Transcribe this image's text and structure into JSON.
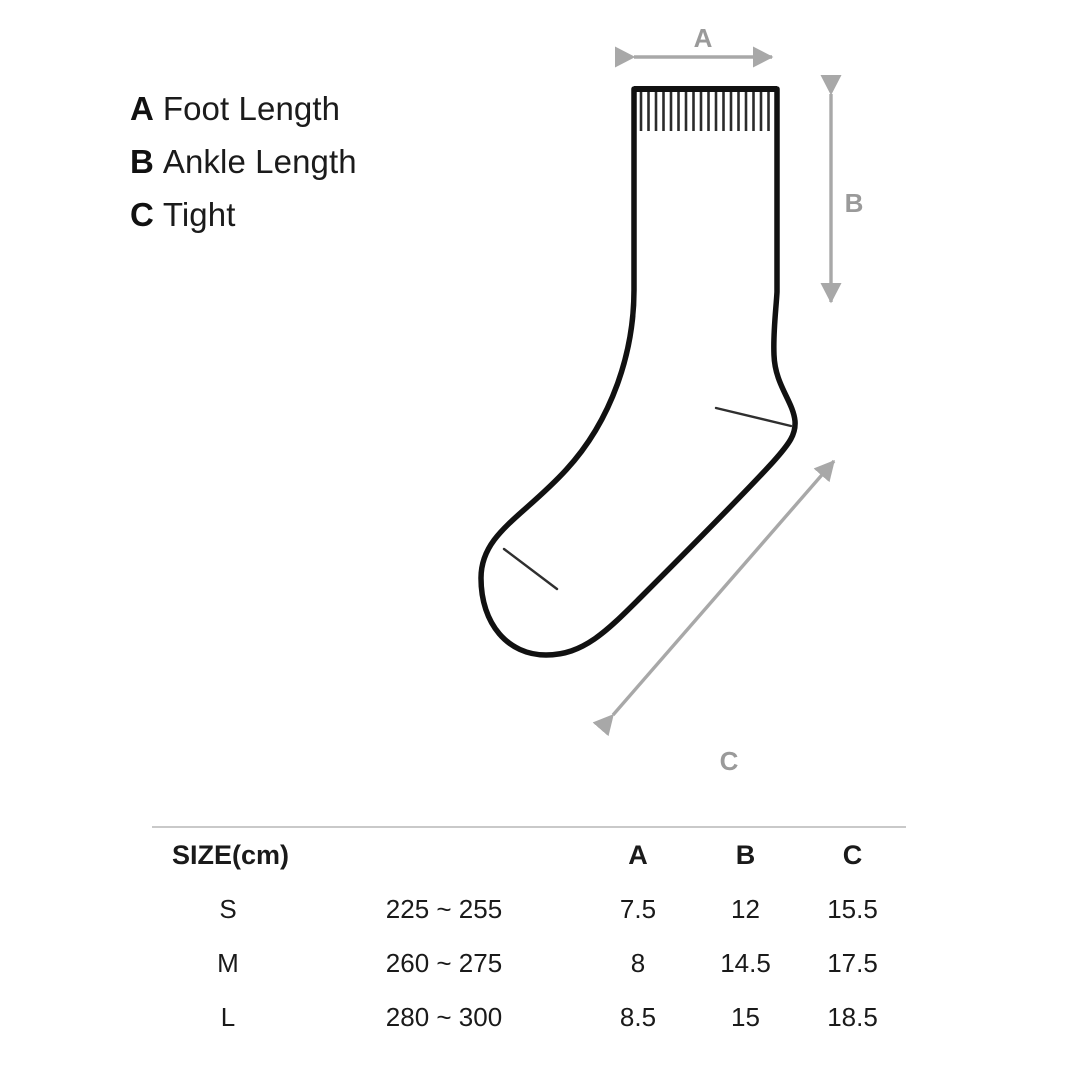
{
  "legend": {
    "items": [
      {
        "key": "A",
        "label": "Foot Length"
      },
      {
        "key": "B",
        "label": "Ankle Length"
      },
      {
        "key": "C",
        "label": "Tight"
      }
    ]
  },
  "diagram": {
    "subject": "crew-sock",
    "dimension_labels": {
      "a": "A",
      "b": "B",
      "c": "C"
    },
    "colors": {
      "outline": "#111111",
      "arrow": "#a8a8a8",
      "label": "#9a9a9a",
      "background": "#ffffff"
    }
  },
  "table": {
    "columns": [
      "SIZE(cm)",
      "",
      "A",
      "B",
      "C"
    ],
    "rows": [
      {
        "size": "S",
        "range": "225 ~ 255",
        "a": "7.5",
        "b": "12",
        "c": "15.5"
      },
      {
        "size": "M",
        "range": "260 ~ 275",
        "a": "8",
        "b": "14.5",
        "c": "17.5"
      },
      {
        "size": "L",
        "range": "280 ~ 300",
        "a": "8.5",
        "b": "15",
        "c": "18.5"
      }
    ]
  }
}
